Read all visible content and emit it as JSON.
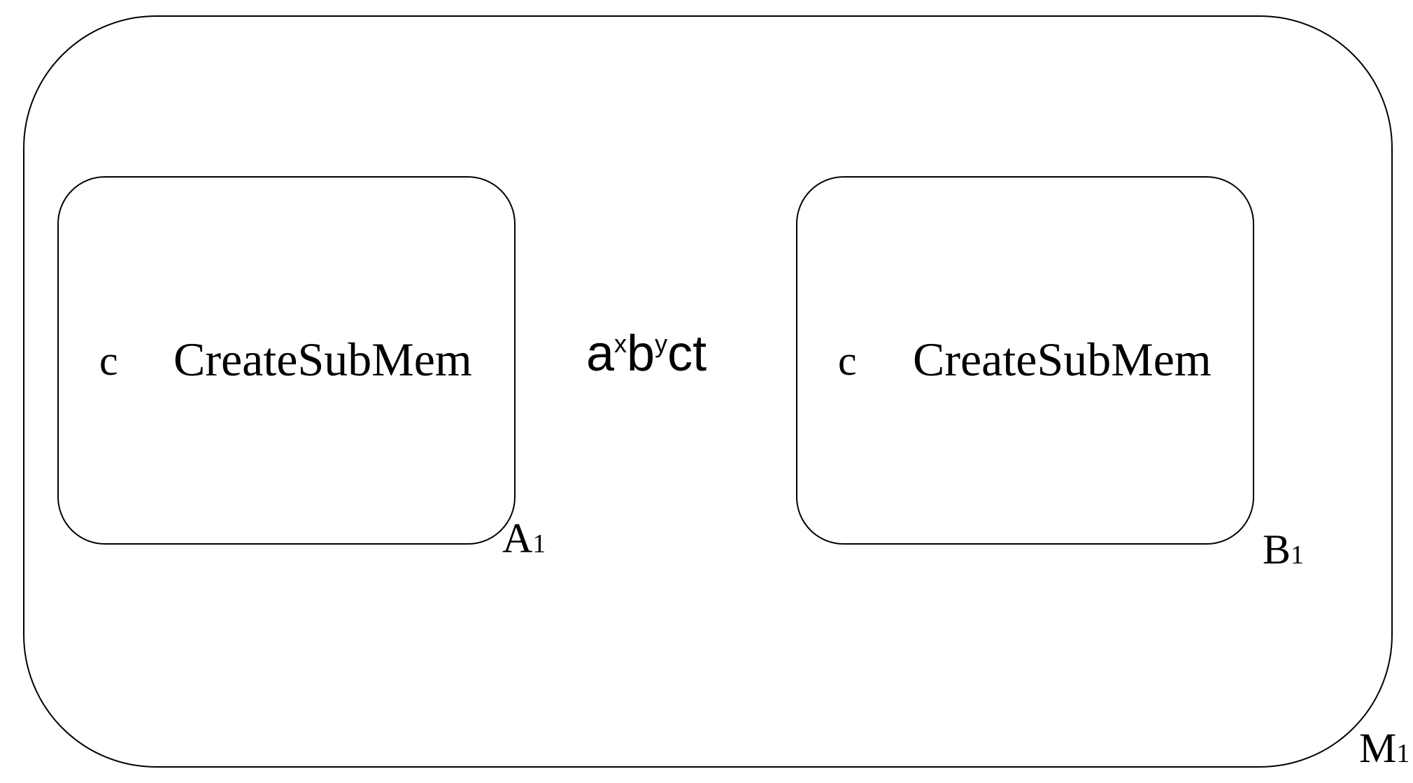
{
  "outer_membrane": {
    "label": "M",
    "label_subscript": "1",
    "objects": {
      "a": "a",
      "a_exp": "x",
      "b": "b",
      "b_exp": "y",
      "rest": "ct"
    }
  },
  "membrane_a": {
    "label": "A",
    "label_subscript": "1",
    "object": "c",
    "rule": "CreateSubMem"
  },
  "membrane_b": {
    "label": "B",
    "label_subscript": "1",
    "object": "c",
    "rule": "CreateSubMem"
  }
}
